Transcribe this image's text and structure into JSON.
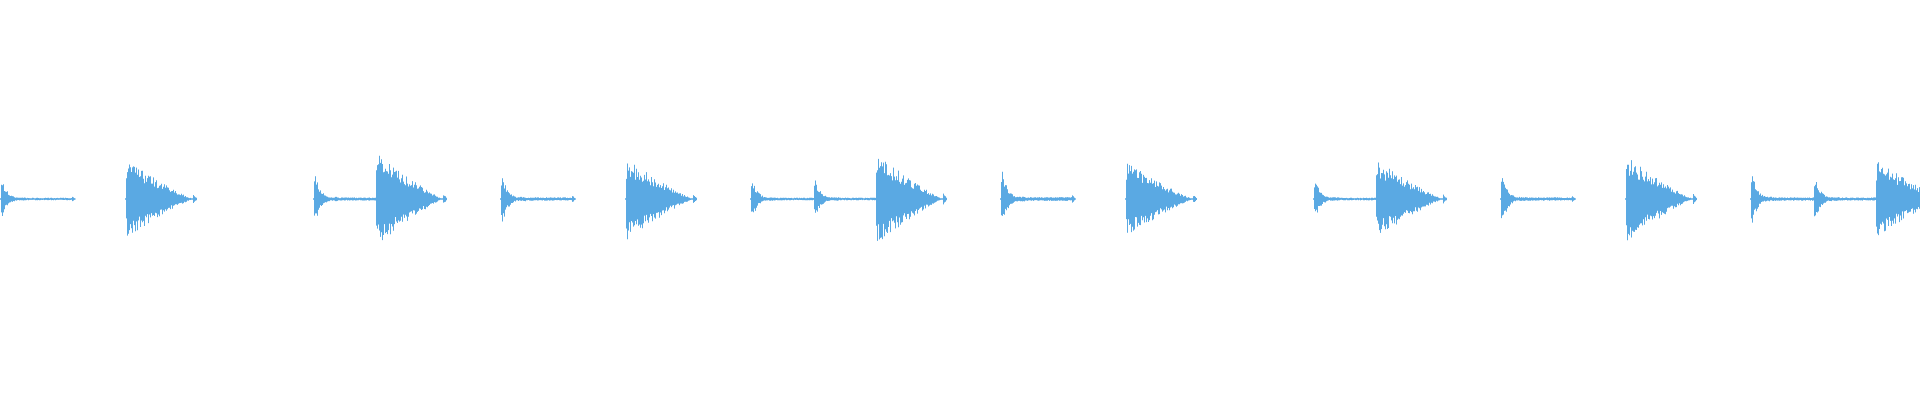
{
  "waveform": {
    "color": "#5aa9e3",
    "background": "#ffffff",
    "hits": [
      {
        "type": "tail",
        "amp": 0.22
      },
      {
        "type": "big",
        "amp": 0.42
      },
      {
        "type": "tail",
        "amp": 0.28
      },
      {
        "type": "big",
        "amp": 0.5
      },
      {
        "type": "tail",
        "amp": 0.3
      },
      {
        "type": "big",
        "amp": 0.44
      },
      {
        "type": "tail",
        "amp": 0.24
      },
      {
        "type": "tail",
        "amp": 0.24
      },
      {
        "type": "big",
        "amp": 0.48
      },
      {
        "type": "tail",
        "amp": 0.34
      },
      {
        "type": "big",
        "amp": 0.4
      },
      {
        "type": "tail",
        "amp": 0.24
      },
      {
        "type": "big",
        "amp": 0.42
      },
      {
        "type": "tail",
        "amp": 0.3
      },
      {
        "type": "big",
        "amp": 0.46
      },
      {
        "type": "tail",
        "amp": 0.3
      },
      {
        "type": "tail",
        "amp": 0.28
      },
      {
        "type": "big",
        "amp": 0.42
      }
    ]
  }
}
